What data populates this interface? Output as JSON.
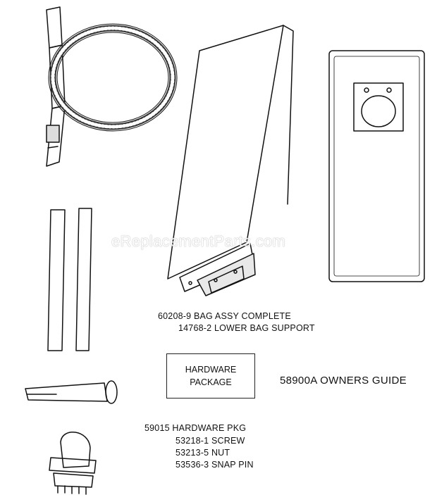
{
  "labels": {
    "bag_assy": "60208-9 BAG ASSY COMPLETE",
    "lower_bag_support": "14768-2 LOWER BAG SUPPORT",
    "owners_guide": "58900A OWNERS GUIDE",
    "hardware_pkg": "59015 HARDWARE PKG",
    "screw": "53218-1 SCREW",
    "nut": "53213-5 NUT",
    "snap_pin": "53536-3 SNAP PIN"
  },
  "hardware_box": {
    "line1": "HARDWARE",
    "line2": "PACKAGE"
  },
  "watermark": "eReplacementParts.com"
}
